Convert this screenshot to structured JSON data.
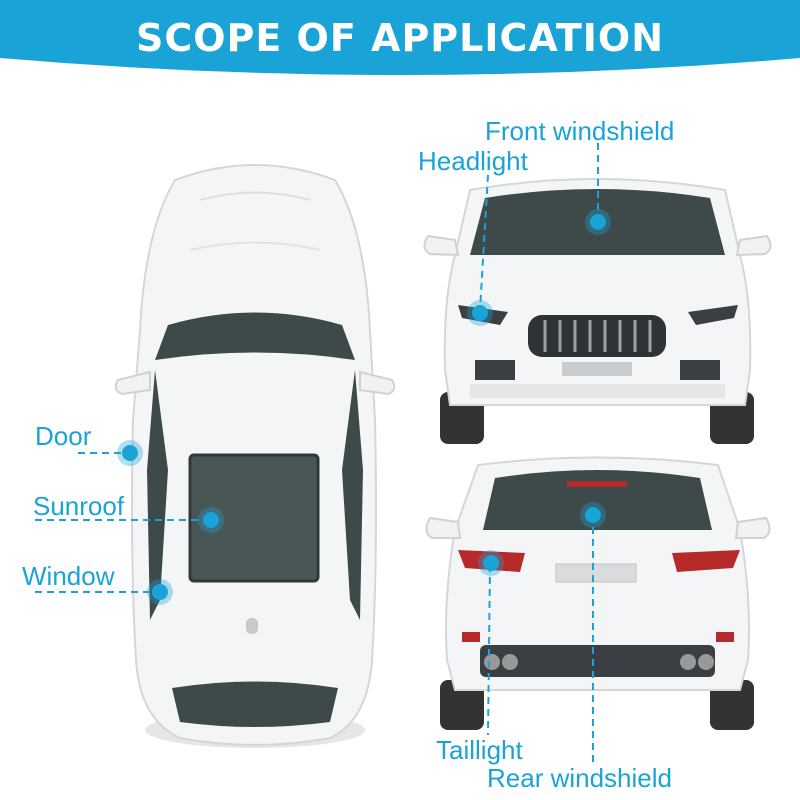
{
  "header": {
    "title": "SCOPE OF APPLICATION"
  },
  "labels": {
    "front_windshield": "Front windshield",
    "headlight": "Headlight",
    "door": "Door",
    "sunroof": "Sunroof",
    "window": "Window",
    "taillight": "Taillight",
    "rear_windshield": "Rear windshield"
  },
  "icons": [
    "top-view-car-illustration",
    "front-view-car-illustration",
    "rear-view-car-illustration",
    "marker-dot-icon"
  ],
  "colors": {
    "accent": "#1aa3d6",
    "banner": "#1aa3d6",
    "glass": "#3e4a4a",
    "car_body": "#f4f5f6"
  }
}
